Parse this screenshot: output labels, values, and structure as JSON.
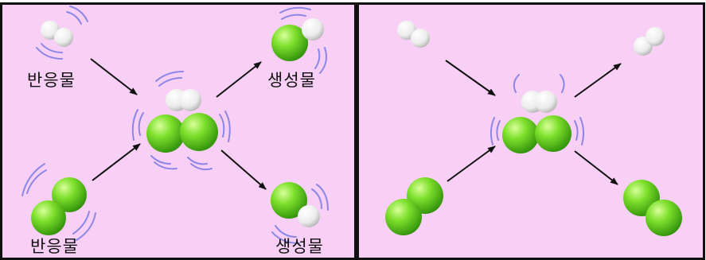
{
  "panels": [
    {
      "labels": {
        "reactant_top": "반응물",
        "reactant_bottom": "반응물",
        "product_top": "생성물",
        "product_bottom": "생성물"
      }
    },
    {
      "labels": {}
    }
  ],
  "colors": {
    "background": "#f9d0f5",
    "border": "#111111",
    "green": "#5fd31f",
    "white": "#f4f4f4",
    "motion_lines": "#8c86e6",
    "arrow": "#111111"
  }
}
